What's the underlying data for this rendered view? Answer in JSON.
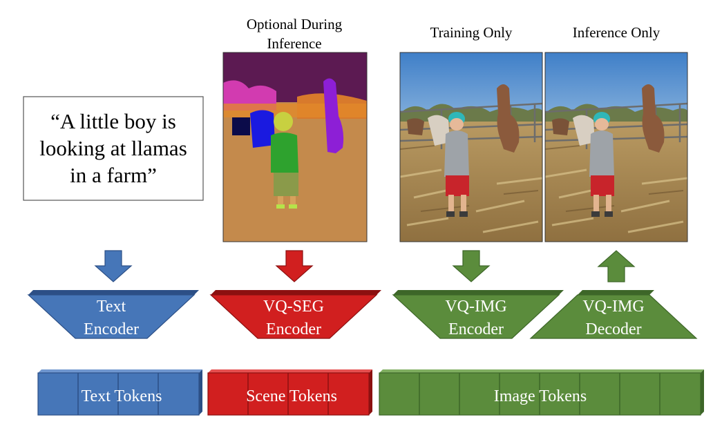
{
  "colors": {
    "text": "#4676b8",
    "scene": "#d11f1f",
    "image": "#5b8c3c",
    "text_dark": "#2c4f86",
    "scene_dark": "#8c1010",
    "image_dark": "#3d6628",
    "seg_bg": "#c48a4c",
    "seg_sky": "#5c1a52"
  },
  "labels": {
    "optional": [
      "Optional During",
      "Inference"
    ],
    "training": "Training Only",
    "inference": "Inference Only"
  },
  "prompt": {
    "lines": [
      "“A little boy is",
      "looking at llamas",
      "in a farm”"
    ]
  },
  "blocks": {
    "text_encoder": [
      "Text",
      "Encoder"
    ],
    "seg_encoder": [
      "VQ-SEG",
      "Encoder"
    ],
    "img_encoder": [
      "VQ-IMG",
      "Encoder"
    ],
    "img_decoder": [
      "VQ-IMG",
      "Decoder"
    ]
  },
  "tokens": {
    "text": "Text Tokens",
    "scene": "Scene Tokens",
    "image": "Image Tokens"
  },
  "icons": {
    "text_arrow": "down-arrow-icon",
    "seg_arrow": "down-arrow-icon",
    "enc_arrow": "down-arrow-icon",
    "dec_arrow": "up-arrow-icon"
  }
}
